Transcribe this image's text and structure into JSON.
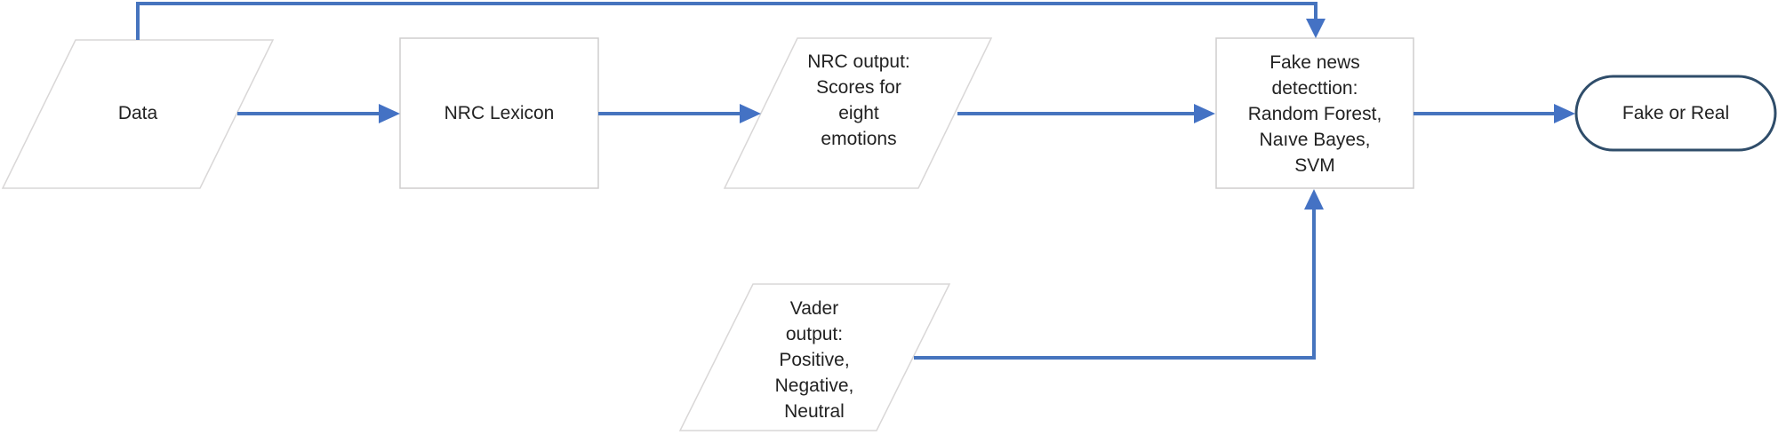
{
  "colors": {
    "connector": "#4674BE",
    "arrowhead": "#4472C4",
    "terminator_border": "#2F4D6A",
    "process_border": "#CFCDCD",
    "data_shape_border": "#D9D7D7",
    "text": "#222222",
    "background": "#FFFFFF"
  },
  "nodes": {
    "data_input": {
      "label": "Data"
    },
    "nrc_lexicon": {
      "label": "NRC Lexicon"
    },
    "nrc_output": {
      "lines": [
        "NRC output:",
        "Scores for",
        "eight",
        "emotions"
      ]
    },
    "fake_news_detection": {
      "lines": [
        "Fake news",
        "detecttion:",
        "Random Forest,",
        "Naıve Bayes,",
        "SVM"
      ]
    },
    "vader_output": {
      "lines": [
        "Vader",
        "output:",
        "Positive,",
        "Negative,",
        "Neutral"
      ]
    },
    "result": {
      "label": "Fake or Real"
    }
  }
}
